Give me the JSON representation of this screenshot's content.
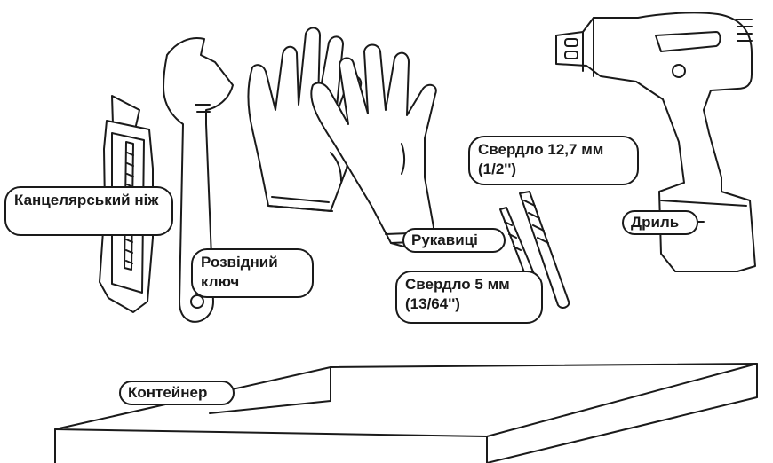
{
  "labels": {
    "knife": "Канцелярський ніж",
    "wrench": "Розвідний ключ",
    "gloves": "Рукавиці",
    "drill_bit_large": "Свердло 12,7 мм (1/2'')",
    "drill_bit_small": "Свердло 5 мм (13/64'')",
    "drill": "Дриль",
    "container": "Контейнер"
  },
  "colors": {
    "line": "#1a1a1a",
    "background": "#ffffff"
  }
}
